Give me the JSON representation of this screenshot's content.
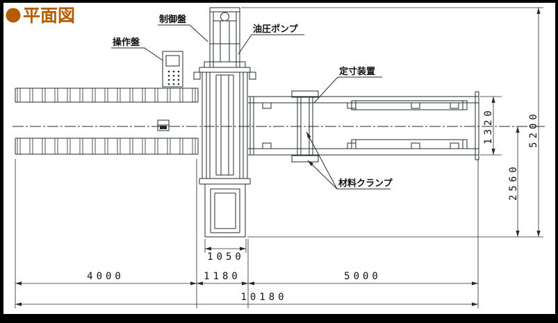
{
  "title": {
    "text": "平面図"
  },
  "colors": {
    "title": "#b85c00",
    "line": "#1f2b2b"
  },
  "labels": {
    "operation_panel": "操作盤",
    "control_panel": "制御盤",
    "hydraulic_pump": "油圧ポンプ",
    "sizing_device": "定寸装置",
    "material_clamp": "材料クランプ"
  },
  "dimensions": {
    "left_conveyor_span": "4000",
    "machine_span": "1180",
    "right_conveyor_span": "5000",
    "total_span": "10180",
    "machine_base_width": "1050",
    "conveyor_width": "1320",
    "center_to_front": "2560",
    "total_depth": "5200"
  }
}
